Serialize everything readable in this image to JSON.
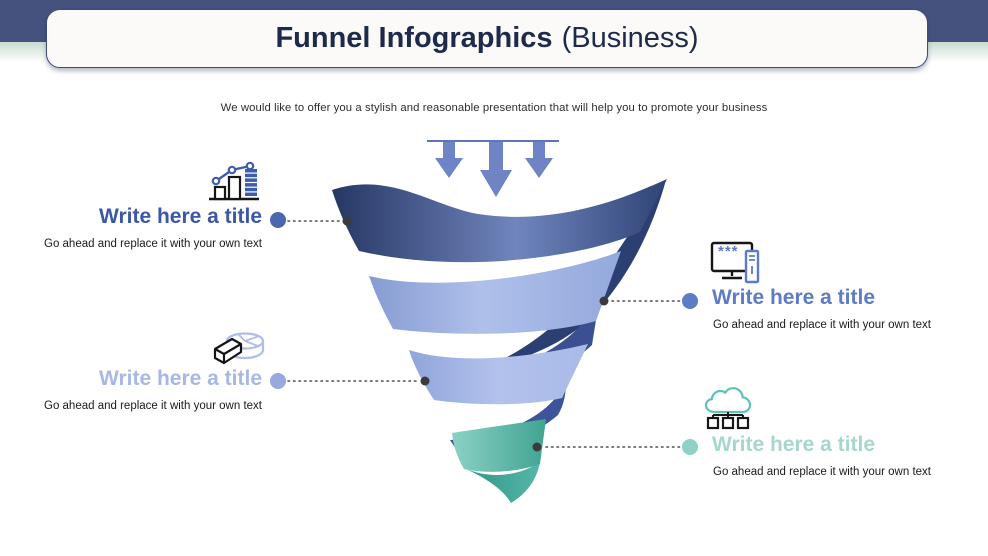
{
  "slide": {
    "title_bold": "Funnel Infographics",
    "title_regular": "(Business)",
    "subtitle": "We would like to offer you a stylish and reasonable presentation that will help you to promote your business",
    "header_band_color": "#46527E"
  },
  "callouts": [
    {
      "position": "top-left",
      "icon": "bar-chart-icon",
      "title": "Write here a title",
      "description": "Go ahead and replace it with your own text",
      "accent_color": "#3A57A8",
      "bullet_color": "#4A67AF"
    },
    {
      "position": "right-upper",
      "icon": "monitor-tower-icon",
      "title": "Write here a title",
      "description": "Go ahead and replace it with your own text",
      "accent_color": "#5D7BC6",
      "bullet_color": "#5D7BC6"
    },
    {
      "position": "left-lower",
      "icon": "pie-chart-icon",
      "title": "Write here a title",
      "description": "Go ahead and replace it with your own text",
      "accent_color": "#A8B7E4",
      "bullet_color": "#97A9DE"
    },
    {
      "position": "right-lower",
      "icon": "cloud-network-icon",
      "title": "Write here a title",
      "description": "Go ahead and replace it with your own text",
      "accent_color": "#A6D7CF",
      "bullet_color": "#90D1C7"
    }
  ],
  "funnel": {
    "type": "spiral-ribbon-funnel",
    "inflow_arrows": 3,
    "arrow_color": "#6E84C5",
    "levels": [
      {
        "name": "level-1",
        "color_dark": "#263763",
        "color_light": "#7085BE"
      },
      {
        "name": "level-2",
        "color_dark": "#869BD2",
        "color_light": "#AFC0EA"
      },
      {
        "name": "level-3",
        "color_dark": "#8FA5DA",
        "color_light": "#B3C2EC"
      },
      {
        "name": "level-4",
        "color_dark": "#41A391",
        "color_light": "#8AD2C5"
      }
    ],
    "connector_dot_color": "#3B3B3B"
  }
}
